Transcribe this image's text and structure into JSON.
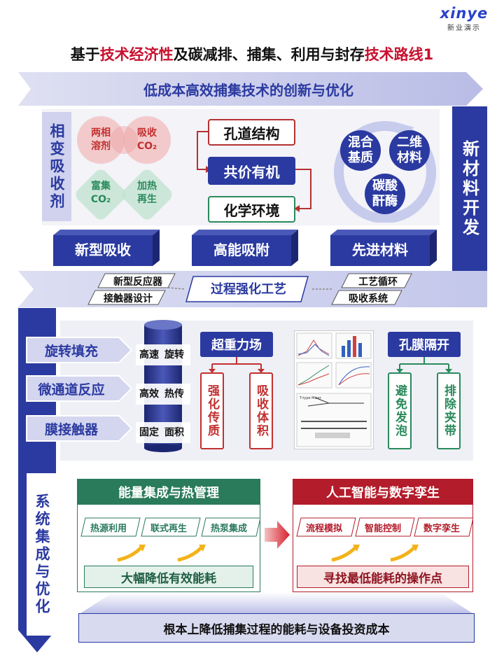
{
  "logo": {
    "word": "xinye",
    "sub": "新业演示"
  },
  "title": {
    "part1": "基于",
    "part2": "技术经济性",
    "part3": "及碳减排、捕集、利用与封存",
    "part4": "技术路线1"
  },
  "band_top": {
    "text": "低成本高效捕集技术的创新与优化"
  },
  "section1": {
    "phase_label": "相变吸收剂",
    "venn": [
      {
        "line1": "两相",
        "line2": "溶剂"
      },
      {
        "line1": "吸收",
        "line2": "CO₂"
      },
      {
        "line1": "富集",
        "line2": "CO₂"
      },
      {
        "line1": "加热",
        "line2": "再生"
      }
    ],
    "pore": "孔道结构",
    "covalent": "共价有机",
    "chem_env": "化学环境",
    "materials": [
      {
        "line1": "混合",
        "line2": "基质"
      },
      {
        "line1": "二维",
        "line2": "材料"
      },
      {
        "line1": "碳酸",
        "line2": "酐酶"
      }
    ],
    "slabs": [
      "新型吸收",
      "高能吸附",
      "先进材料"
    ],
    "side_label": "新材料开发"
  },
  "band_mid": {
    "left_tags": [
      "新型反应器",
      "接触器设计"
    ],
    "center": "过程强化工艺",
    "right_tags": [
      "工艺循环",
      "吸收系统"
    ]
  },
  "section2": {
    "methods": [
      "旋转填充",
      "微通道反应",
      "膜接触器"
    ],
    "cylinder_rows": [
      [
        "高速",
        "旋转"
      ],
      [
        "高效",
        "热传"
      ],
      [
        "固定",
        "面积"
      ]
    ],
    "hg_title": "超重力场",
    "hg_items": [
      "强化传质",
      "吸收体积"
    ],
    "memb_title": "孔膜隔开",
    "memb_items": [
      "避免发泡",
      "排除夹带"
    ],
    "figure_label": "T-type Mixer"
  },
  "section3": {
    "label": "系统集成与优化",
    "energy": {
      "title": "能量集成与热管理",
      "chips": [
        "热源利用",
        "联式再生",
        "热泵集成"
      ],
      "result": "大幅降低有效能耗"
    },
    "ai": {
      "title": "人工智能与数字孪生",
      "chips": [
        "流程模拟",
        "智能控制",
        "数字孪生"
      ],
      "result": "寻找最低能耗的操作点"
    },
    "bottom": "根本上降低捕集过程的能耗与设备投资成本"
  },
  "colors": {
    "primary_blue": "#2b3aa0",
    "accent_red": "#c8102e",
    "green": "#2a7a5c",
    "dark_red": "#b31c2a",
    "light_lavender": "#d0d2ee"
  }
}
